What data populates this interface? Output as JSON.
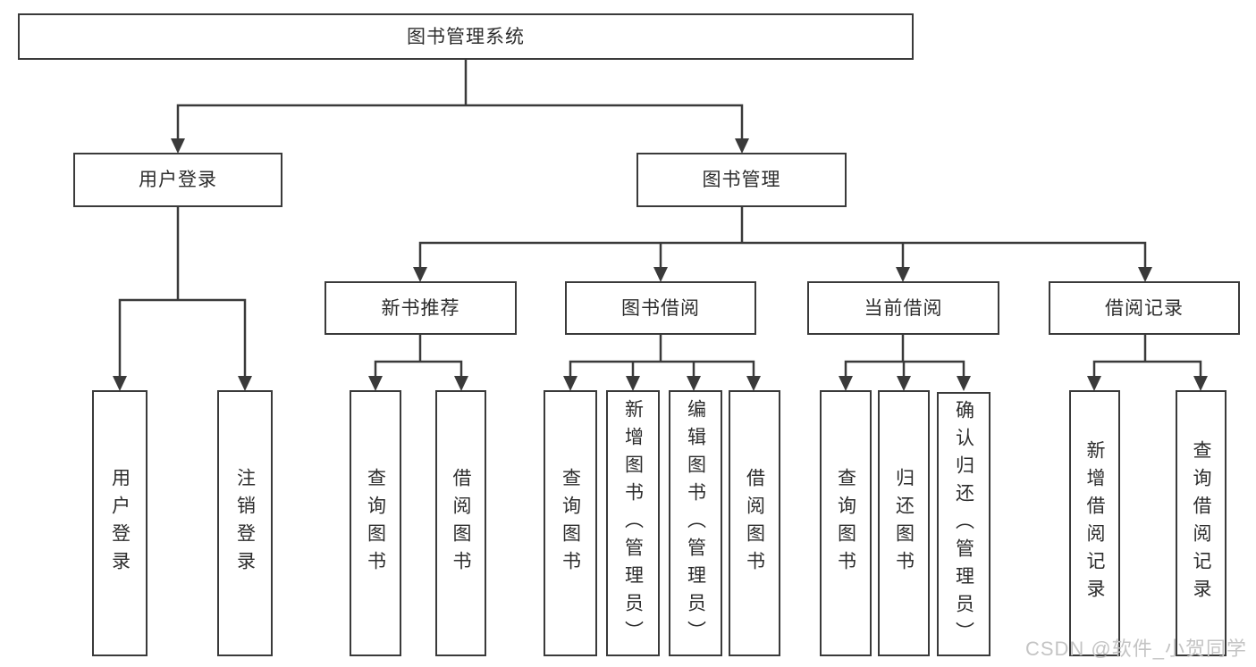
{
  "colors": {
    "line": "#3a3a3a",
    "box_border": "#3a3a3a",
    "text": "#2d2d2d",
    "background": "#ffffff",
    "watermark": "#c4c4c4"
  },
  "watermark": {
    "text": "CSDN @软件_小贺同学"
  },
  "tree": {
    "root": {
      "label": "图书管理系统",
      "children": [
        {
          "label": "用户登录",
          "children": [
            {
              "label": "用户登录"
            },
            {
              "label": "注销登录"
            }
          ]
        },
        {
          "label": "图书管理",
          "children": [
            {
              "label": "新书推荐",
              "children": [
                {
                  "label": "查询图书"
                },
                {
                  "label": "借阅图书"
                }
              ]
            },
            {
              "label": "图书借阅",
              "children": [
                {
                  "label": "查询图书"
                },
                {
                  "label": "新增图书（管理员）"
                },
                {
                  "label": "编辑图书（管理员）"
                },
                {
                  "label": "借阅图书"
                }
              ]
            },
            {
              "label": "当前借阅",
              "children": [
                {
                  "label": "查询图书"
                },
                {
                  "label": "归还图书"
                },
                {
                  "label": "确认归还（管理员）"
                }
              ]
            },
            {
              "label": "借阅记录",
              "children": [
                {
                  "label": "新增借阅记录"
                },
                {
                  "label": "查询借阅记录"
                }
              ]
            }
          ]
        }
      ]
    }
  }
}
